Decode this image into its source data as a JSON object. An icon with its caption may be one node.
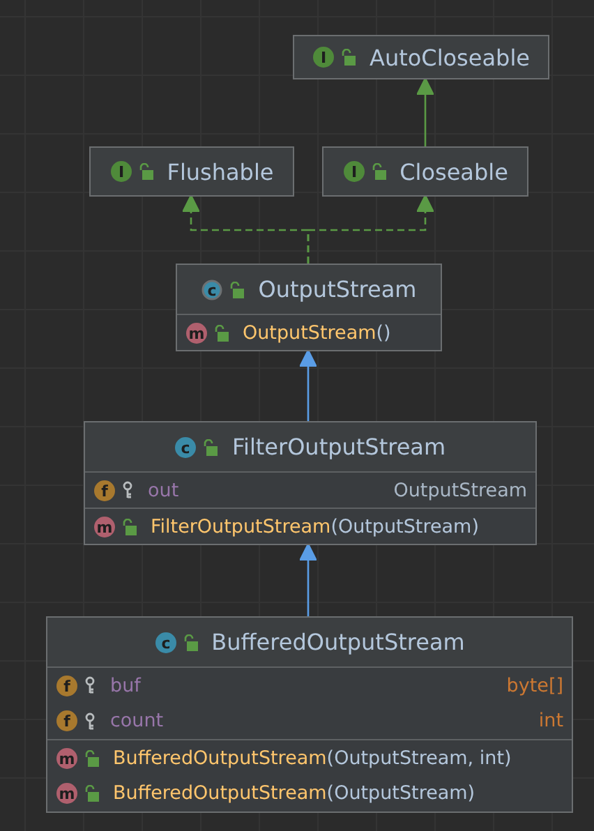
{
  "diagram": {
    "nodes": [
      {
        "text": [
          "AutoCloseable"
        ]
      },
      {
        "text": [
          "Flushable"
        ]
      },
      {
        "text": [
          "Closeable"
        ]
      },
      {
        "text": [
          "OutputStream",
          "OutputStream()"
        ]
      },
      {
        "text": [
          "FilterOutputStream",
          "out",
          "OutputStream",
          "FilterOutputStream(OutputStream)"
        ]
      },
      {
        "text": [
          "BufferedOutputStream",
          "buf",
          "byte[]",
          "count",
          "int",
          "BufferedOutputStream(OutputStream, int)",
          "BufferedOutputStream(OutputStream)"
        ]
      }
    ],
    "edges": [
      {
        "from": 2,
        "to": 0,
        "arrow": "to"
      },
      {
        "from": 3,
        "to": 1,
        "arrow": "to",
        "style": "dashed"
      },
      {
        "from": 3,
        "to": 2,
        "arrow": "to",
        "style": "dashed"
      },
      {
        "from": 4,
        "to": 3,
        "arrow": "to",
        "color": "#5a9de6"
      },
      {
        "from": 5,
        "to": 4,
        "arrow": "to",
        "color": "#5a9de6"
      }
    ],
    "labels": [
      "I",
      "I",
      "I",
      "c",
      "m",
      "c",
      "f",
      "m",
      "c",
      "f",
      "f",
      "m",
      "m"
    ]
  }
}
